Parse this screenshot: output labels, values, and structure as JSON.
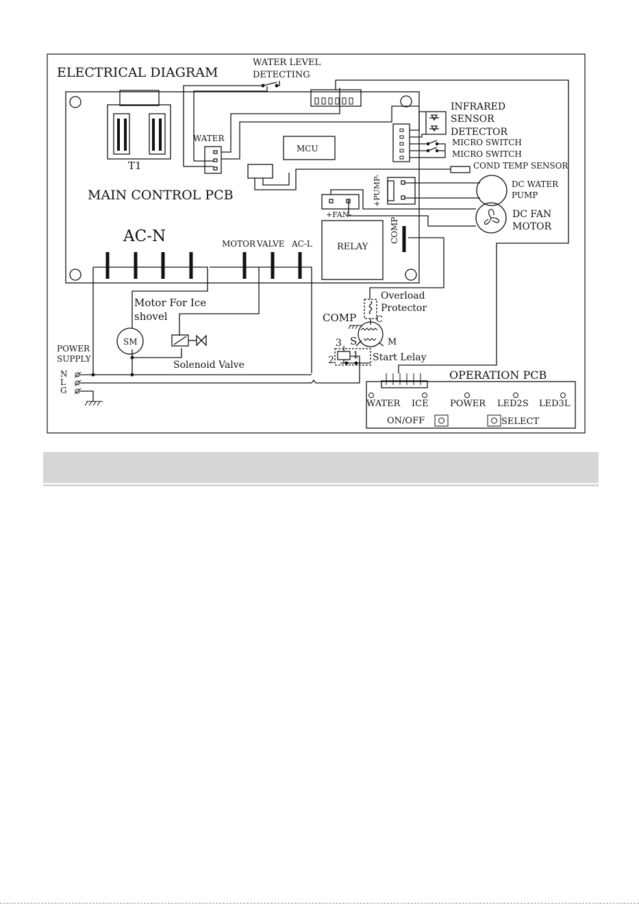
{
  "diagram": {
    "title": "ELECTRICAL DIAGRAM",
    "water_level_detecting": [
      "WATER LEVEL",
      "DETECTING"
    ],
    "main_pcb": "MAIN CONTROL PCB",
    "t1": "T1",
    "water": "WATER",
    "mcu": "MCU",
    "infrared_sensor": [
      "INFRARED",
      "SENSOR"
    ],
    "detector": "DETECTOR",
    "micro_switch_1": "MICRO SWITCH",
    "micro_switch_2": "MICRO SWITCH",
    "cond_temp_sensor": "COND TEMP SENSOR",
    "pump_connector": "+PUMP-",
    "dc_water_pump": [
      "DC WATER",
      "PUMP"
    ],
    "fan_connector": "+FAN-",
    "dc_fan_motor": [
      "DC FAN",
      "MOTOR"
    ],
    "relay": "RELAY",
    "comp_on_board": "COMP",
    "ac_n": "AC-N",
    "motor": "MOTOR",
    "valve": "VALVE",
    "ac_l": "AC-L",
    "motor_for_ice": [
      "Motor For Ice",
      "shovel"
    ],
    "sm": "SM",
    "solenoid_valve": "Solenoid Valve",
    "power_supply": [
      "POWER",
      "SUPPLY"
    ],
    "n": "N",
    "l": "L",
    "g": "G",
    "comp": "COMP",
    "overload_protector": [
      "Overload",
      "Protector"
    ],
    "c": "C",
    "s": "S",
    "m": "M",
    "n3": "3",
    "n2": "2",
    "n1": "1",
    "start_lelay": "Start Lelay",
    "operation_pcb": "OPERATION PCB",
    "led_water": "WATER",
    "led_ice": "ICE",
    "led_power": "POWER",
    "led_2s": "LED2S",
    "led_3l": "LED3L",
    "btn_onoff": "ON/OFF",
    "btn_select": "SELECT"
  }
}
